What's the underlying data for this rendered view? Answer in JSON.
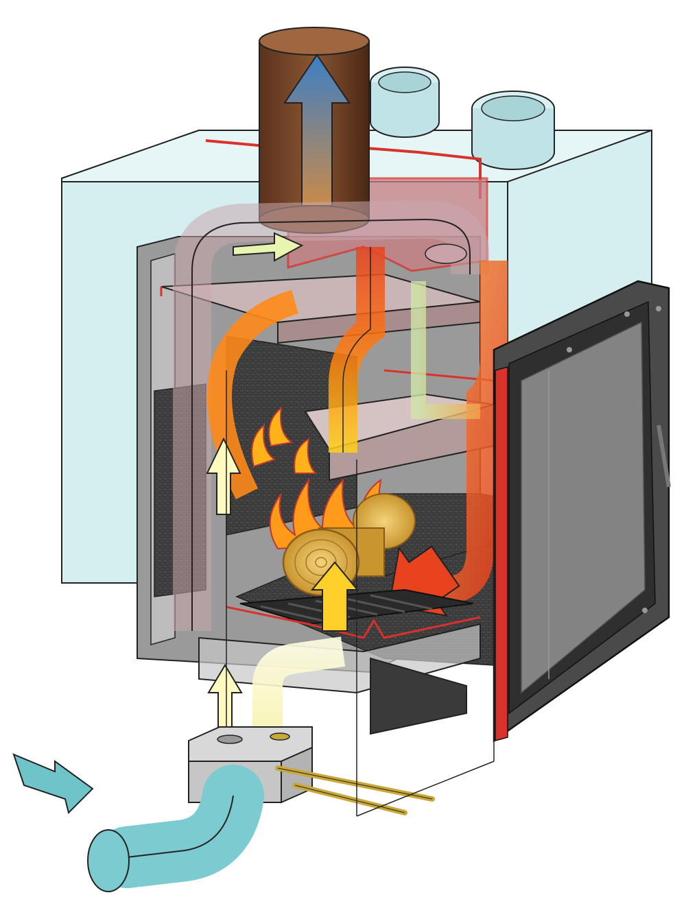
{
  "diagram": {
    "kind": "fireplace-insert-cutaway",
    "labels": [],
    "colors": {
      "casing": "#cdeaec",
      "casing_edge": "#8fbfc4",
      "steel_dark": "#3a3a3a",
      "steel_grey": "#8e8e8e",
      "firebrick": "#3f3f3f",
      "flue": "#7a4a2c",
      "hot_gas": "#e8421f",
      "flame": "#ffb21a",
      "cold_air": "#f3f5b0",
      "inlet_air": "#6fc4c9",
      "gasket": "#d8322b",
      "log": "#e0b54a"
    },
    "flows": [
      {
        "name": "flue-exhaust",
        "color_key": "flue"
      },
      {
        "name": "secondary-air-up",
        "color_key": "cold_air"
      },
      {
        "name": "primary-air-under-grate",
        "color_key": "cold_air"
      },
      {
        "name": "hot-gas-loop",
        "color_key": "hot_gas"
      },
      {
        "name": "outside-air-inlet",
        "color_key": "inlet_air"
      }
    ]
  }
}
